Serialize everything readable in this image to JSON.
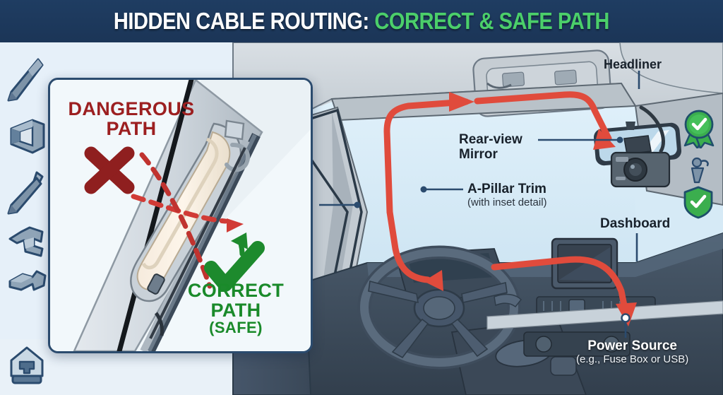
{
  "header": {
    "title_main": "HIDDEN CABLE ROUTING:",
    "title_accent": "CORRECT & SAFE PATH",
    "bg_color": "#1f3d62",
    "main_color": "#ffffff",
    "accent_color": "#4bcf6a"
  },
  "labels": {
    "headliner": "Headliner",
    "rearview_mirror": "Rear-view\nMirror",
    "rearview_line1": "Rear-view",
    "rearview_line2": "Mirror",
    "apillar_trim": "A-Pillar Trim",
    "apillar_sub": "(with inset detail)",
    "dashboard": "Dashboard",
    "power_source": "Power Source",
    "power_source_sub": "(e.g., Fuse Box or USB)"
  },
  "inset": {
    "danger_line1": "DANGEROUS",
    "danger_line2": "PATH",
    "danger_color": "#9c1f20",
    "correct_line1": "CORRECT",
    "correct_line2": "PATH",
    "correct_safe": "(SAFE)",
    "correct_color": "#1a8a2a",
    "danger_marker": "x-mark-icon",
    "correct_marker": "check-mark-icon"
  },
  "badges": [
    {
      "name": "award-rosette-check-badge",
      "color": "#3bae4e"
    },
    {
      "name": "airbag-occupant-figure-icon",
      "color": "#6d8299"
    },
    {
      "name": "shield-check-badge",
      "color": "#3bae4e"
    }
  ],
  "sidebar_tools": [
    {
      "name": "trim-removal-tool-icon"
    },
    {
      "name": "c-clip-retainer-icon"
    },
    {
      "name": "pry-bar-tool-icon"
    },
    {
      "name": "cable-clip-hook-icon"
    },
    {
      "name": "cable-clip-flat-icon"
    },
    {
      "name": "push-pin-fastener-icon"
    }
  ],
  "cable": {
    "color": "#e04b3c",
    "path_name": "correct-cable-route",
    "arrow_count": 3
  },
  "colors": {
    "scene_bg": "#cfd6dc",
    "glass": "#d6eaf6",
    "left_panel": "#e6f0f9",
    "interior_dark": "#3d4c5c",
    "trim_blue": "#6d8299",
    "leader_line": "#2b4b6e"
  }
}
